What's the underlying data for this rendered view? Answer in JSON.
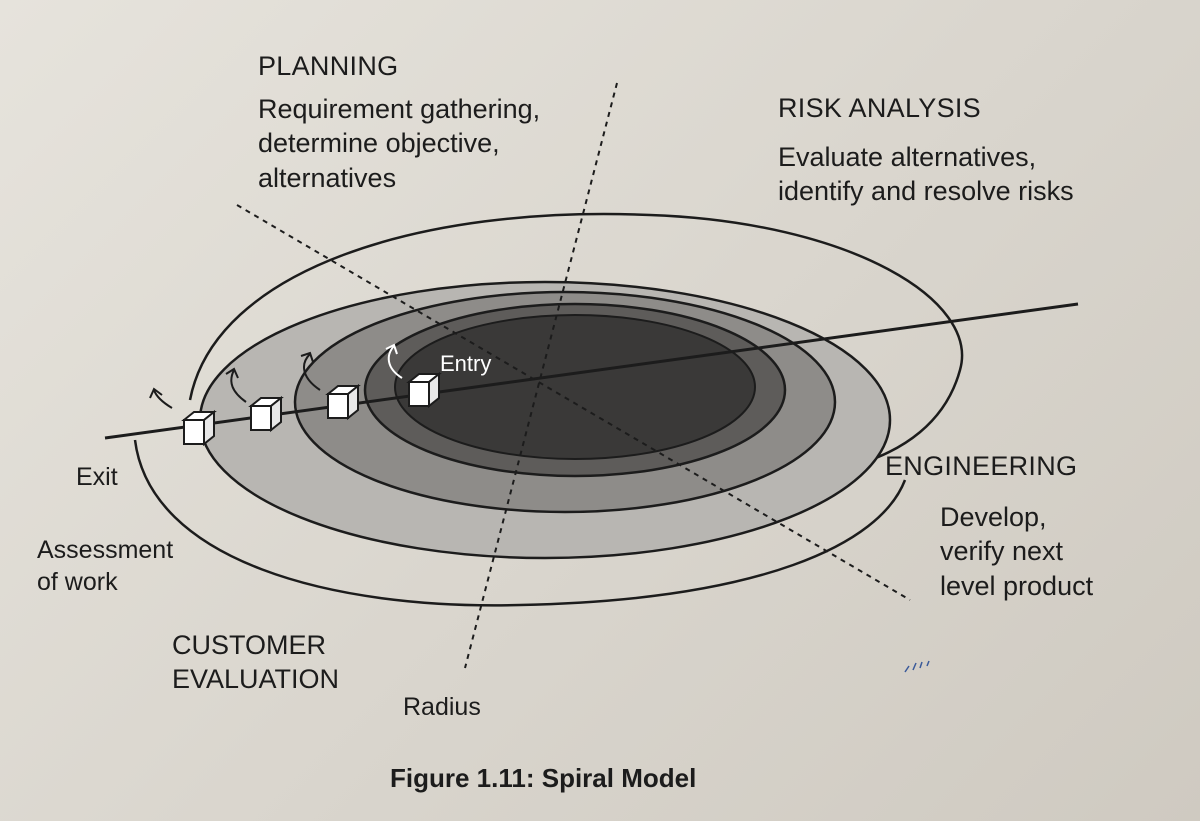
{
  "quadrants": {
    "planning": {
      "title": "PLANNING",
      "description": "Requirement gathering,\ndetermine objective,\nalternatives"
    },
    "risk_analysis": {
      "title": "RISK ANALYSIS",
      "description": "Evaluate alternatives,\nidentify and resolve risks"
    },
    "engineering": {
      "title": "ENGINEERING",
      "description": "Develop,\nverify next\nlevel product"
    },
    "customer_evaluation": {
      "title": "CUSTOMER\nEVALUATION"
    }
  },
  "labels": {
    "entry": "Entry",
    "exit": "Exit",
    "assessment": "Assessment\nof work",
    "radius": "Radius"
  },
  "caption": "Figure 1.11: Spiral Model",
  "colors": {
    "paper": "#ddd9d2",
    "ink": "#1c1c1c",
    "band_outer": "#b8b6b2",
    "band_middle": "#8e8c89",
    "band_inner": "#5e5c5a",
    "core": "#3a3938"
  }
}
